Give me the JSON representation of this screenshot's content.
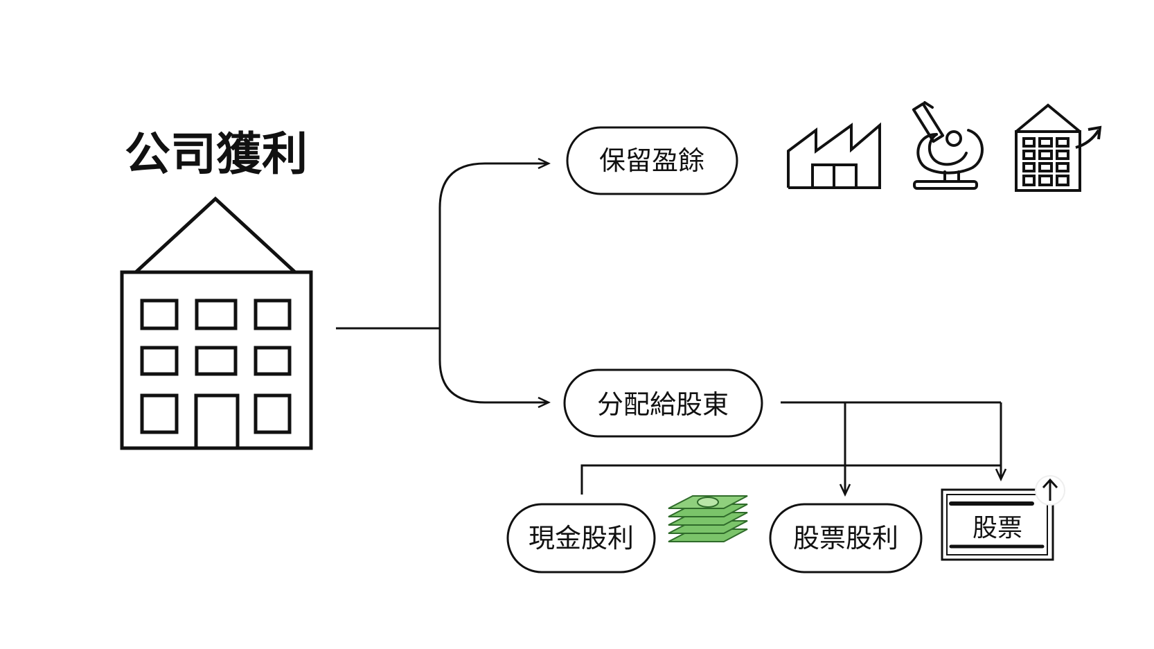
{
  "diagram": {
    "title": "公司獲利",
    "nodes": {
      "retained": "保留盈餘",
      "distribute": "分配給股東",
      "cash_dividend": "現金股利",
      "stock_dividend": "股票股利",
      "stock_certificate": "股票"
    },
    "icons": {
      "company": "building-icon",
      "factory": "factory-icon",
      "research": "microscope-icon",
      "expansion": "building-growth-icon",
      "cash": "money-stack-icon",
      "stock": "stock-certificate-icon"
    },
    "colors": {
      "ink": "#111111",
      "money_green": "#7bc46a",
      "money_dark": "#2f6b2a",
      "background": "#ffffff"
    }
  }
}
